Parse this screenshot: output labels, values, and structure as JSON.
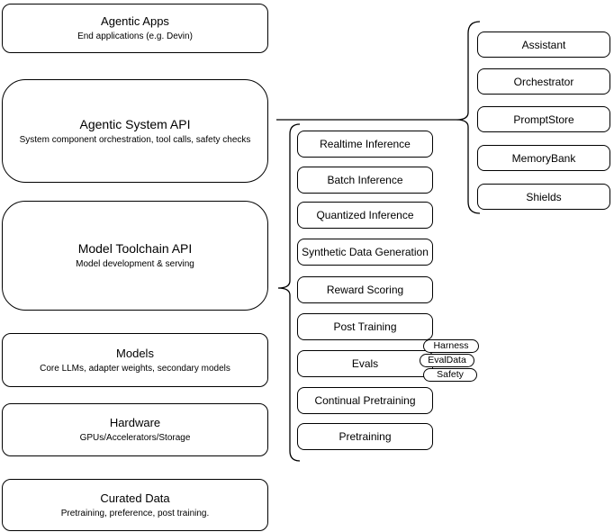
{
  "diagram": {
    "left_column": [
      {
        "title": "Agentic Apps",
        "subtitle": "End applications (e.g. Devin)"
      },
      {
        "title": "Agentic System API",
        "subtitle": "System component orchestration, tool calls, safety checks"
      },
      {
        "title": "Model Toolchain API",
        "subtitle": "Model development & serving"
      },
      {
        "title": "Models",
        "subtitle": "Core LLMs, adapter weights, secondary models"
      },
      {
        "title": "Hardware",
        "subtitle": "GPUs/Accelerators/Storage"
      },
      {
        "title": "Curated Data",
        "subtitle": "Pretraining, preference, post training."
      }
    ],
    "toolchain_items": [
      "Realtime Inference",
      "Batch Inference",
      "Quantized Inference",
      "Synthetic Data Generation",
      "Reward Scoring",
      "Post Training",
      "Evals",
      "Continual Pretraining",
      "Pretraining"
    ],
    "evals_tags": [
      "Harness",
      "EvalData",
      "Safety"
    ],
    "system_components": [
      "Assistant",
      "Orchestrator",
      "PromptStore",
      "MemoryBank",
      "Shields"
    ],
    "colors": {
      "stroke": "#000000",
      "background": "#ffffff",
      "text": "#000000"
    }
  }
}
